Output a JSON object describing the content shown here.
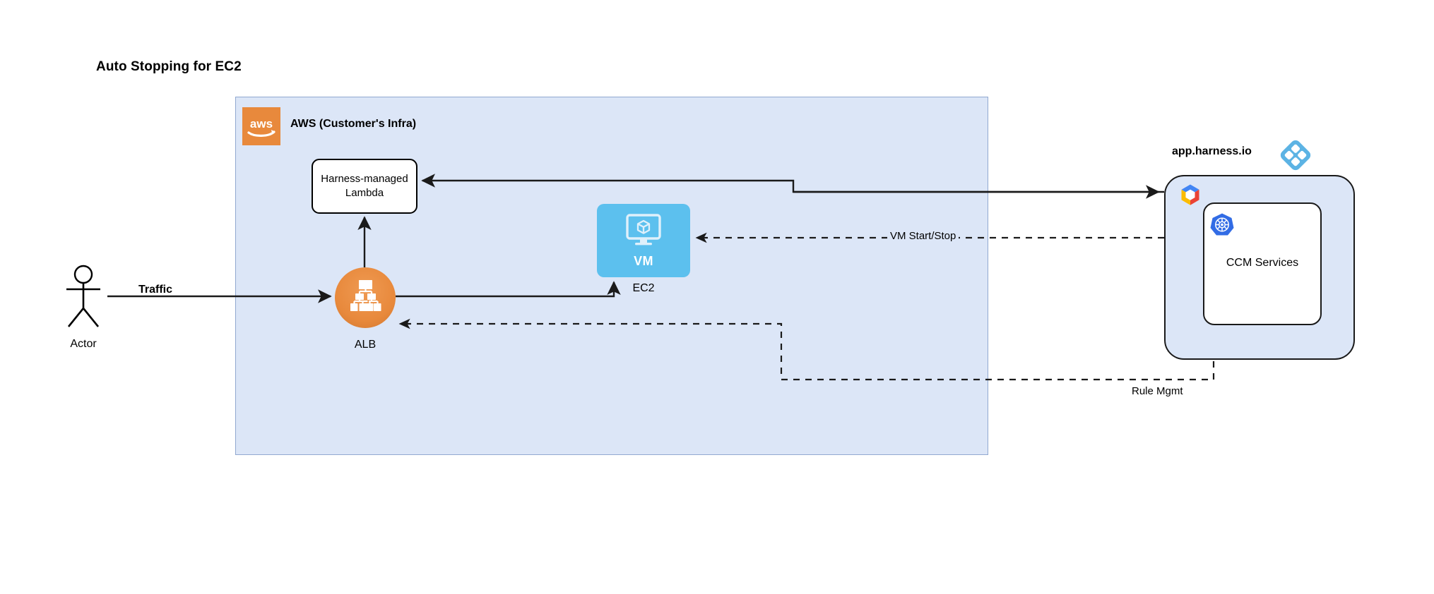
{
  "page": {
    "title": "Auto Stopping for EC2",
    "background": "#ffffff"
  },
  "colors": {
    "aws_container_fill": "#dce6f7",
    "aws_container_border": "#91a8d0",
    "aws_logo_orange": "#e8893c",
    "alb_orange": "#e8893c",
    "ec2_blue": "#5cc0ee",
    "harness_blue": "#5cb3e4",
    "kubernetes_blue": "#326ce5",
    "line_black": "#1a1a1a"
  },
  "aws_container": {
    "label": "AWS (Customer's Infra)",
    "logo_icon": "aws-logo-icon",
    "logo_text": "aws"
  },
  "nodes": {
    "actor": {
      "label": "Actor",
      "icon": "stick-figure-actor-icon"
    },
    "lambda": {
      "label_line1": "Harness-managed",
      "label_line2": "Lambda",
      "label": "Harness-managed Lambda"
    },
    "alb": {
      "label": "ALB",
      "icon": "load-balancer-icon"
    },
    "ec2": {
      "label": "EC2",
      "badge": "VM",
      "icon": "vm-monitor-icon"
    },
    "harness": {
      "title": "app.harness.io",
      "logo_icon": "harness-logo-icon",
      "cloud_icon": "gcp-logo-icon"
    },
    "ccm": {
      "label": "CCM Services",
      "icon": "kubernetes-logo-icon"
    }
  },
  "edges": [
    {
      "id": "traffic",
      "label": "Traffic",
      "from": "actor",
      "to": "alb",
      "style": "solid",
      "bold_label": true
    },
    {
      "id": "alb-to-lambda",
      "label": "",
      "from": "alb",
      "to": "lambda",
      "style": "solid"
    },
    {
      "id": "alb-to-ec2",
      "label": "",
      "from": "alb",
      "to": "ec2",
      "style": "solid"
    },
    {
      "id": "harness-to-lambda",
      "label": "",
      "from": "harness",
      "to": "lambda",
      "style": "solid"
    },
    {
      "id": "vm-start-stop",
      "label": "VM Start/Stop",
      "from": "harness",
      "to": "ec2",
      "style": "dashed"
    },
    {
      "id": "rule-mgmt",
      "label": "Rule Mgmt",
      "from": "harness",
      "to": "alb",
      "style": "dashed"
    }
  ]
}
